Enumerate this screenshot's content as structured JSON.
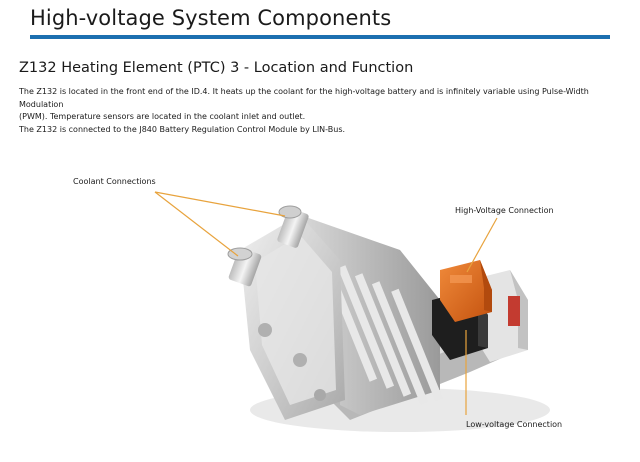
{
  "header": {
    "title": "High-voltage System Components",
    "accent_color": "#1c6fb0"
  },
  "section": {
    "title": "Z132 Heating Element (PTC) 3 - Location and Function",
    "paragraphs": [
      "The Z132 is located in the front end of the ID.4.  It heats up the coolant for the high-voltage battery and is infinitely variable using Pulse-Width Modulation",
      "(PWM).  Temperature sensors are located in the coolant inlet and outlet.",
      "The Z132 is connected to the J840 Battery Regulation Control Module by LIN-Bus."
    ]
  },
  "figure": {
    "callouts": {
      "coolant": "Coolant Connections",
      "high_voltage": "High-Voltage Connection",
      "low_voltage": "Low-voltage Connection"
    },
    "leader_color": "#e8a33d",
    "hv_connector_color": "#e06a1b"
  }
}
